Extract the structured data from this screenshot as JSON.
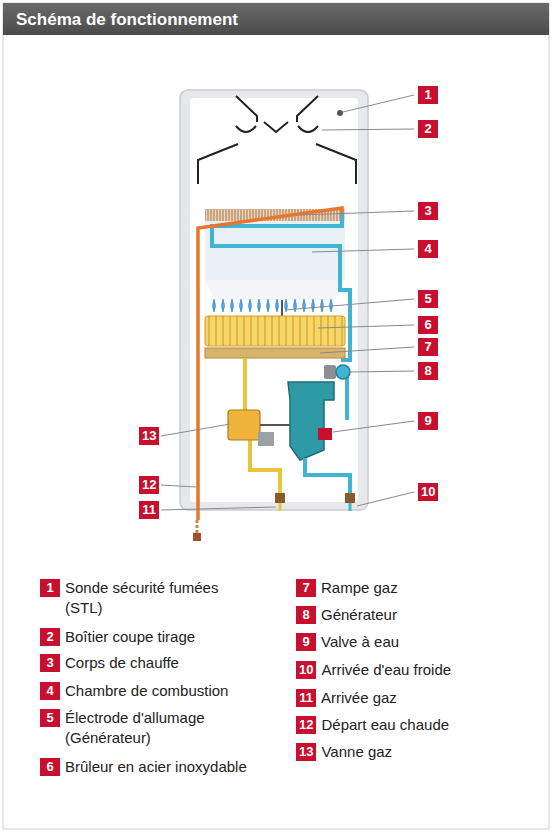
{
  "diagram": {
    "title": "Schéma de fonctionnement",
    "nodes": [
      {
        "text": [
          "1"
        ]
      },
      {
        "text": [
          "2"
        ]
      },
      {
        "text": [
          "3"
        ]
      },
      {
        "text": [
          "4"
        ]
      },
      {
        "text": [
          "5"
        ]
      },
      {
        "text": [
          "6"
        ]
      },
      {
        "text": [
          "7"
        ]
      },
      {
        "text": [
          "8"
        ]
      },
      {
        "text": [
          "9"
        ]
      },
      {
        "text": [
          "10"
        ]
      },
      {
        "text": [
          "11"
        ]
      },
      {
        "text": [
          "12"
        ]
      },
      {
        "text": [
          "13"
        ]
      },
      {
        "text": [
          "1",
          "Sonde sécurité fumées (STL)"
        ]
      },
      {
        "text": [
          "2",
          "Boîtier coupe tirage"
        ]
      },
      {
        "text": [
          "3",
          "Corps de chauffe"
        ]
      },
      {
        "text": [
          "4",
          "Chambre de combustion"
        ]
      },
      {
        "text": [
          "5",
          "Électrode d'allumage (Générateur)"
        ]
      },
      {
        "text": [
          "6",
          "Brûleur en acier inoxydable"
        ]
      },
      {
        "text": [
          "7",
          "Rampe gaz"
        ]
      },
      {
        "text": [
          "8",
          "Générateur"
        ]
      },
      {
        "text": [
          "9",
          "Valve à eau"
        ]
      },
      {
        "text": [
          "10",
          "Arrivée d'eau froide"
        ]
      },
      {
        "text": [
          "11",
          "Arrivée gaz"
        ]
      },
      {
        "text": [
          "12",
          "Départ eau chaude"
        ]
      },
      {
        "text": [
          "13",
          "Vanne gaz"
        ]
      }
    ]
  }
}
